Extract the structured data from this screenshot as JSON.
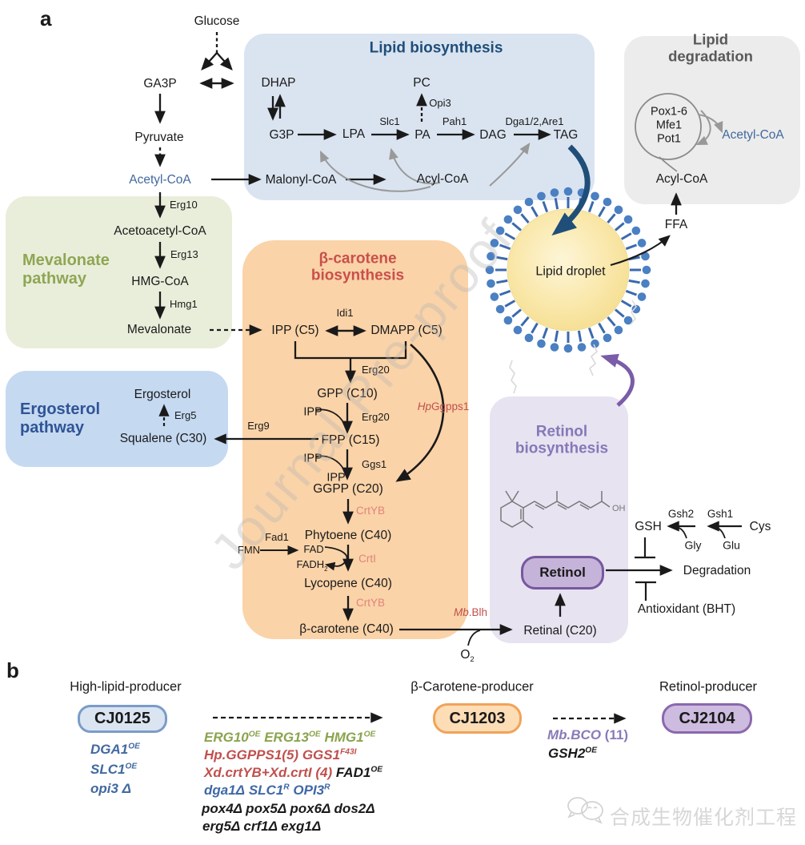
{
  "a": {
    "label": "a",
    "glucose": "Glucose",
    "ga3p": "GA3P",
    "dhap": "DHAP",
    "pyruvate": "Pyruvate",
    "acetyl_coa": "Acetyl-CoA"
  },
  "lb": {
    "title": "Lipid biosynthesis",
    "g3p": "G3P",
    "lpa": "LPA",
    "slc1": "Slc1",
    "pa": "PA",
    "pah1": "Pah1",
    "pc": "PC",
    "opi3": "Opi3",
    "dag": "DAG",
    "dga": "Dga1/2,Are1",
    "tag": "TAG",
    "malonyl": "Malonyl-CoA",
    "acyl": "Acyl-CoA"
  },
  "ld": {
    "title": "Lipid degradation",
    "pox": "Pox1-6",
    "mfe1": "Mfe1",
    "pot1": "Pot1",
    "acetyl": "Acetyl-CoA",
    "acyl": "Acyl-CoA",
    "ffa": "FFA"
  },
  "mv": {
    "title1": "Mevalonate",
    "title2": "pathway",
    "erg10": "Erg10",
    "acetoacetyl": "Acetoacetyl-CoA",
    "erg13": "Erg13",
    "hmg_coa": "HMG-CoA",
    "hmg1": "Hmg1",
    "mevalonate": "Mevalonate"
  },
  "er": {
    "title1": "Ergosterol",
    "title2": "pathway",
    "ergosterol": "Ergosterol",
    "erg5": "Erg5",
    "squalene": "Squalene (C30)",
    "erg9": "Erg9"
  },
  "bc": {
    "title1": "β-carotene",
    "title2": "biosynthesis",
    "idi1": "Idi1",
    "ipp": "IPP (C5)",
    "dmapp": "DMAPP (C5)",
    "erg20a": "Erg20",
    "gpp": "GPP (C10)",
    "ipp2": "IPP",
    "erg20b": "Erg20",
    "fpp": "FPP (C15)",
    "ipp3": "IPP",
    "ggs1": "Ggs1",
    "ipp4": "IPP",
    "ggpp": "GGPP (C20)",
    "hp_prefix": "Hp",
    "hp_rest": "Ggpps1",
    "crtyb1": "CrtYB",
    "phytoene": "Phytoene (C40)",
    "fad1": "Fad1",
    "fmn": "FMN",
    "fad": "FAD",
    "fadh": "FADH",
    "fadh_sub": "2",
    "crti": "CrtI",
    "lycopene": "Lycopene (C40)",
    "crtyb2": "CrtYB",
    "bcarotene": "β-carotene (C40)"
  },
  "rt": {
    "title1": "Retinol",
    "title2": "biosynthesis",
    "retinol": "Retinol",
    "retinal": "Retinal (C20)",
    "mb_prefix": "Mb",
    "mb_rest": ".Blh",
    "o": "O",
    "o_sub": "2",
    "oh": "OH"
  },
  "gs": {
    "gsh": "GSH",
    "gsh2": "Gsh2",
    "gsh1": "Gsh1",
    "gly": "Gly",
    "glu": "Glu",
    "cys": "Cys",
    "degradation": "Degradation",
    "antioxidant": "Antioxidant (BHT)"
  },
  "dp": {
    "label": "Lipid droplet"
  },
  "b": {
    "label": "b",
    "p1": {
      "title": "High-lipid-producer",
      "strain": "CJ0125",
      "genes": [
        {
          "t": "DGA1",
          "s": "OE"
        },
        {
          "t": "SLC1",
          "s": "OE"
        },
        {
          "t": "opi3 Δ",
          "s": ""
        }
      ]
    },
    "mid": {
      "l1": [
        {
          "t": "ERG10",
          "s": "OE"
        },
        {
          "t": "ERG13",
          "s": "OE"
        },
        {
          "t": "HMG1",
          "s": "OE"
        }
      ],
      "l2": [
        {
          "t": "Hp.GGPPS1(5)",
          "s": ""
        },
        {
          "t": "GGS1",
          "s": "F43I"
        }
      ],
      "l3a": {
        "t": "Xd.crtYB+Xd.crtI (4)"
      },
      "l3b": {
        "t": "FAD1",
        "s": "OE"
      },
      "l4": [
        {
          "t": "dga1Δ",
          "s": ""
        },
        {
          "t": "SLC1",
          "s": "R"
        },
        {
          "t": "OPI3",
          "s": "R"
        }
      ],
      "l5": "pox4Δ pox5Δ pox6Δ dos2Δ",
      "l6": "erg5Δ crf1Δ exg1Δ"
    },
    "p2": {
      "title": "β-Carotene-producer",
      "strain": "CJ1203"
    },
    "e2": {
      "gene": "Mb.BCO",
      "note": "(11)",
      "g2": "GSH2",
      "g2s": "OE"
    },
    "p3": {
      "title": "Retinol-producer",
      "strain": "CJ2104"
    }
  },
  "wm": {
    "diagonal": "Journal Pre-proof",
    "cn": "合成生物催化剂工程"
  },
  "colors": {
    "navy": "#1f4e79",
    "mev_green": "#8fa653",
    "ergo_blue": "#2f5496",
    "carotene_red": "#c9504c",
    "retinol_purple": "#8778b8",
    "salmon": "#e0837b",
    "metabolite_blue": "#41699f",
    "droplet_head_blue": "#4b80c2",
    "cj0125_border": "#7b9cc9",
    "cj1203_border": "#f0a35a",
    "cj2104_border": "#8a68ae"
  }
}
